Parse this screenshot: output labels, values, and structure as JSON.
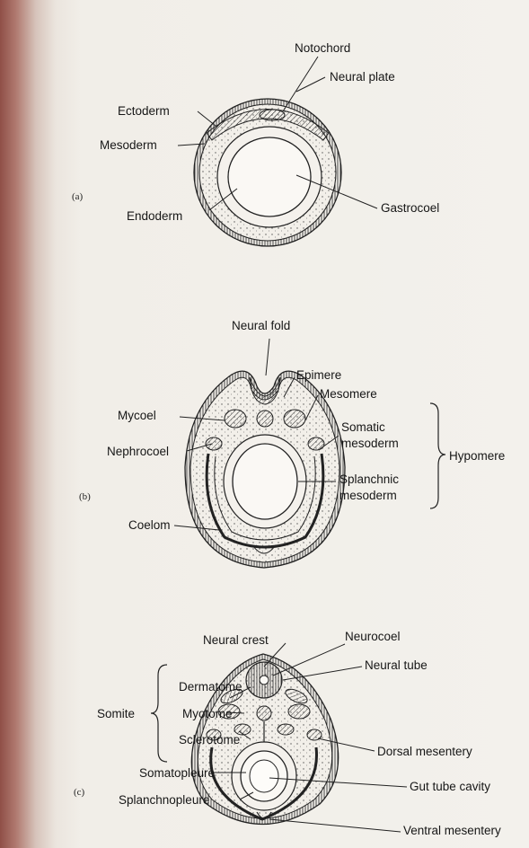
{
  "panels": {
    "a": {
      "tag": "(a)",
      "labels": {
        "notochord": "Notochord",
        "neural_plate": "Neural plate",
        "ectoderm": "Ectoderm",
        "mesoderm": "Mesoderm",
        "endoderm": "Endoderm",
        "gastrocoel": "Gastrocoel"
      }
    },
    "b": {
      "tag": "(b)",
      "labels": {
        "neural_fold": "Neural fold",
        "epimere": "Epimere",
        "mesomere": "Mesomere",
        "mycoel": "Mycoel",
        "somatic": "Somatic",
        "somatic_2": "mesoderm",
        "nephrocoel": "Nephrocoel",
        "splanchnic": "Splanchnic",
        "splanchnic_2": "mesoderm",
        "hypomere": "Hypomere",
        "coelom": "Coelom"
      }
    },
    "c": {
      "tag": "(c)",
      "labels": {
        "neural_crest": "Neural crest",
        "neurocoel": "Neurocoel",
        "neural_tube": "Neural tube",
        "dermatome": "Dermatome",
        "somite": "Somite",
        "myotome": "Myotome",
        "sclerotome": "Sclerotome",
        "dorsal_mesentery": "Dorsal mesentery",
        "somatopleure": "Somatopleure",
        "splanchnopleure": "Splanchnopleure",
        "gut_tube_cavity": "Gut tube cavity",
        "ventral_mesentery": "Ventral mesentery"
      }
    }
  }
}
